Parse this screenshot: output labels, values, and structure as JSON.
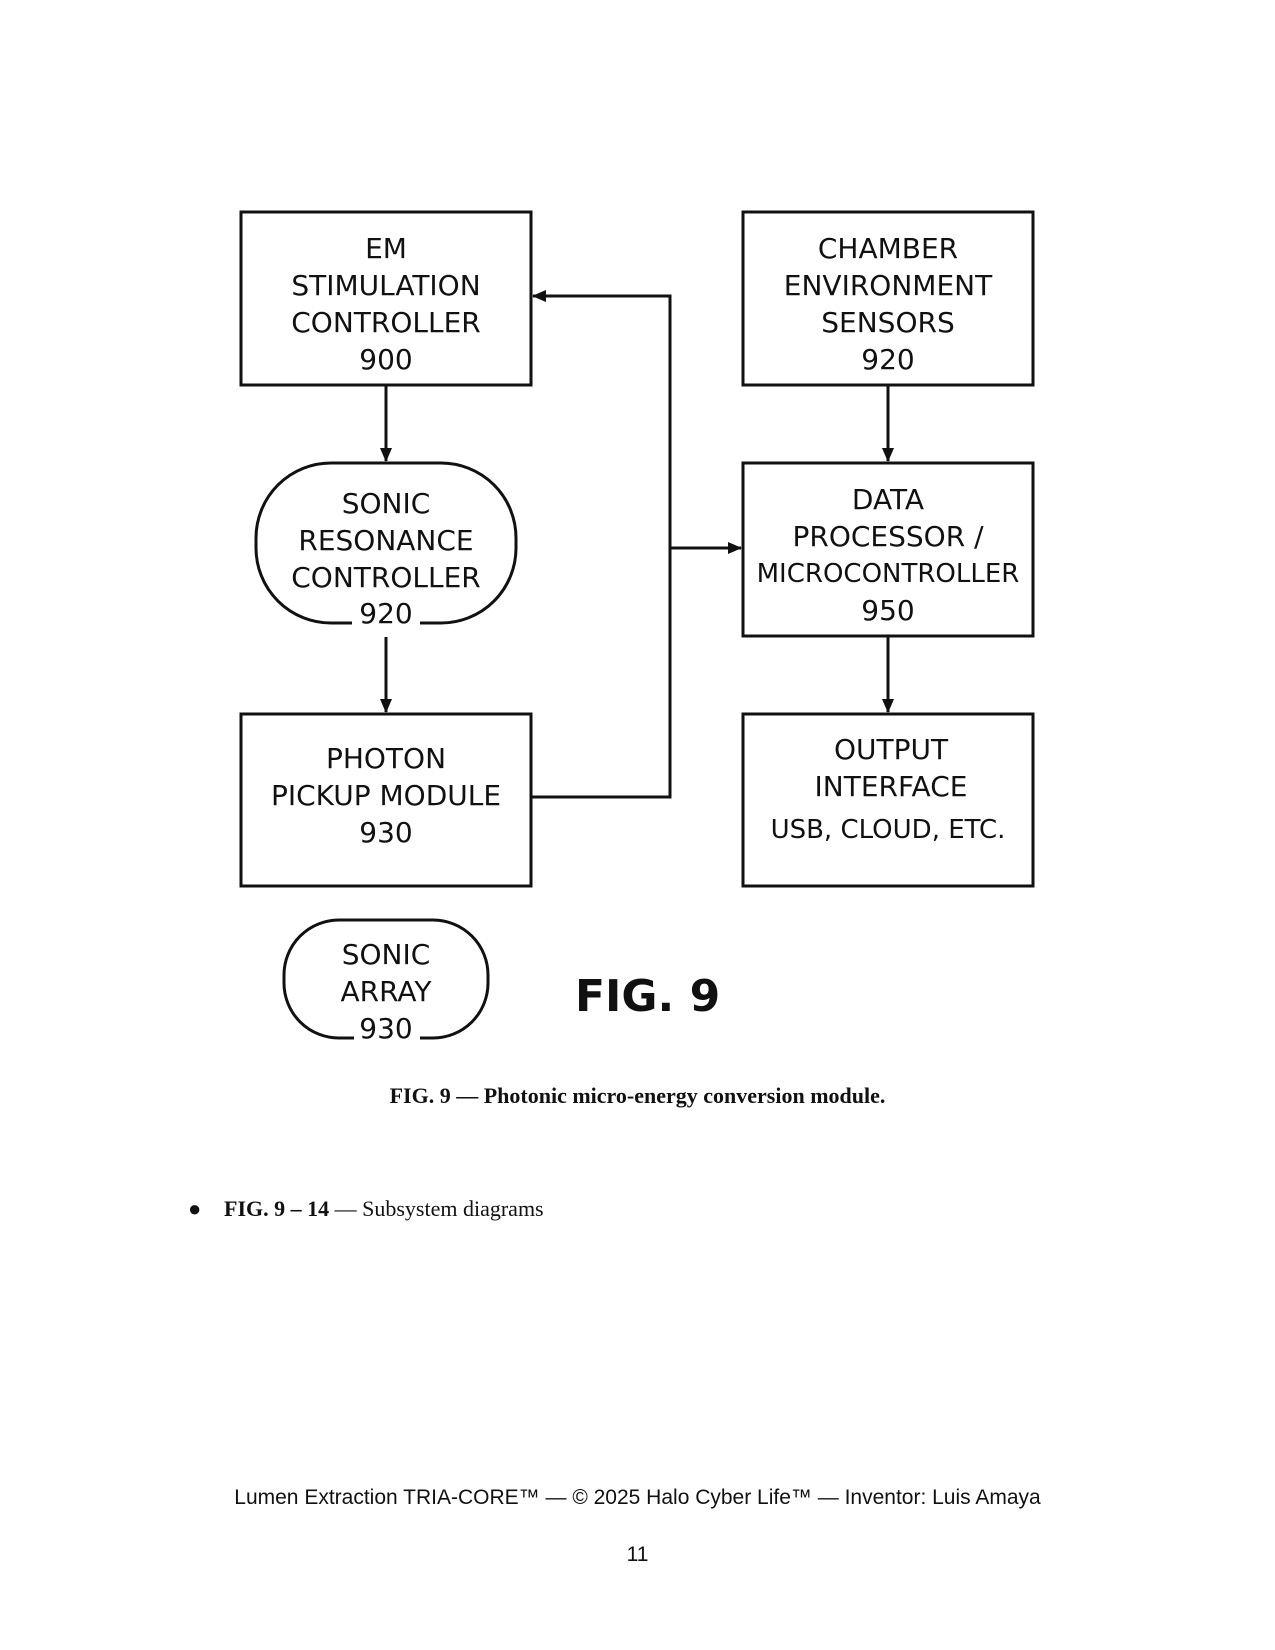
{
  "diagram": {
    "figure_label": "FIG. 9",
    "blocks": {
      "em_controller": [
        "EM",
        "STIMULATION",
        "CONTROLLER",
        "900"
      ],
      "chamber_sensors": [
        "CHAMBER",
        "ENVIRONMENT",
        "SENSORS",
        "920"
      ],
      "sonic_resonance": [
        "SONIC",
        "RESONANCE",
        "CONTROLLER",
        "920"
      ],
      "data_processor": [
        "DATA",
        "PROCESSOR /",
        "MICROCONTROLLER",
        "950"
      ],
      "photon_pickup": [
        "PHOTON",
        "PICKUP MODULE",
        "930"
      ],
      "output_interface": [
        "OUTPUT",
        "INTERFACE",
        "USB, CLOUD, ETC."
      ],
      "sonic_array": [
        "SONIC",
        "ARRAY",
        "930"
      ]
    }
  },
  "caption": "FIG. 9 — Photonic micro-energy conversion module.",
  "bullet": {
    "symbol": "●",
    "bold": "FIG. 9 – 14",
    "text": " — Subsystem diagrams"
  },
  "footer": "Lumen Extraction TRIA-CORE™ — © 2025 Halo Cyber Life™ — Inventor: Luis Amaya",
  "page_number": "11"
}
